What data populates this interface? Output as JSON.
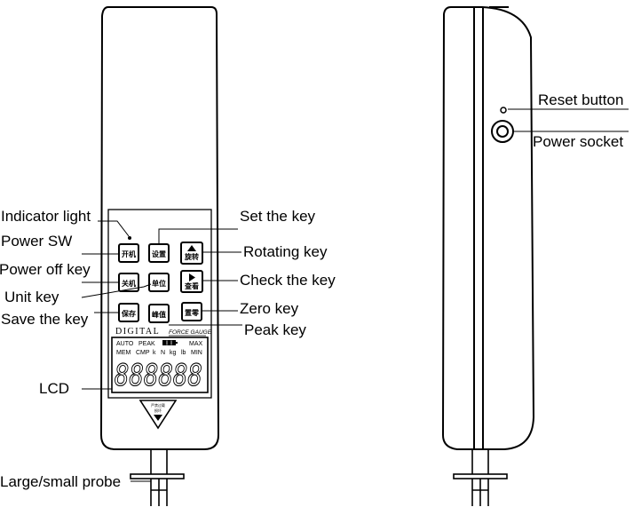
{
  "labels": {
    "indicator_light": "Indicator light",
    "power_sw": "Power SW",
    "power_off_key": "Power off key",
    "unit_key": "Unit key",
    "save_key": "Save the key",
    "lcd": "LCD",
    "probe": "Large/small probe",
    "set_key": "Set the key",
    "rotating_key": "Rotating key",
    "check_key": "Check the key",
    "zero_key": "Zero key",
    "peak_key": "Peak key",
    "reset_button": "Reset button",
    "power_socket": "Power socket"
  },
  "keys": {
    "power_on": "开机",
    "setup": "设置",
    "rotate": "旋转",
    "power_off": "关机",
    "unit": "单位",
    "check": "查看",
    "save": "保存",
    "peak": "峰值",
    "zero": "置零"
  },
  "lcd": {
    "brand_left": "DIGITAL",
    "brand_right": "FORCE GAUGE",
    "auto": "AUTO",
    "peak": "PEAK",
    "max": "MAX",
    "mem": "MEM",
    "cmp": "CMP",
    "k": "k",
    "n": "N",
    "kg": "kg",
    "lb": "lb",
    "min": "MIN",
    "digits": "888888"
  },
  "warning": {
    "line1": "严禁过载",
    "line2": "损坏"
  }
}
